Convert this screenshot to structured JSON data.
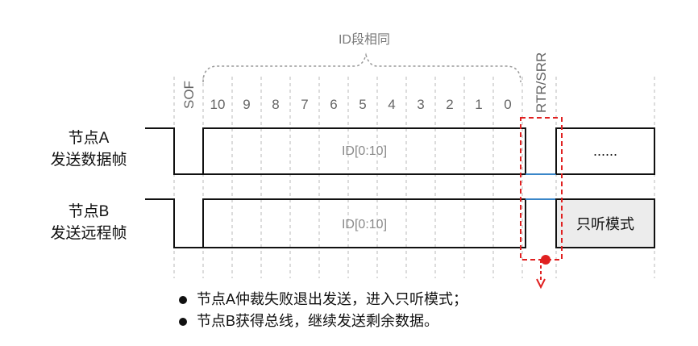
{
  "group_label": "ID段相同",
  "sof_label": "SOF",
  "rtr_label": "RTR/SRR",
  "bit_labels": [
    "10",
    "9",
    "8",
    "7",
    "6",
    "5",
    "4",
    "3",
    "2",
    "1",
    "0"
  ],
  "node_a": {
    "line1": "节点A",
    "line2": "发送数据帧",
    "field": "ID[0:10]",
    "trail": "......"
  },
  "node_b": {
    "line1": "节点B",
    "line2": "发送远程帧",
    "field": "ID[0:10]",
    "mode": "只听模式"
  },
  "bullets": [
    "节点A仲裁失败退出发送，进入只听模式；",
    "节点B获得总线，继续发送剩余数据。"
  ],
  "colors": {
    "highlight": "#e02020",
    "bus_blue": "#3a86c8"
  }
}
